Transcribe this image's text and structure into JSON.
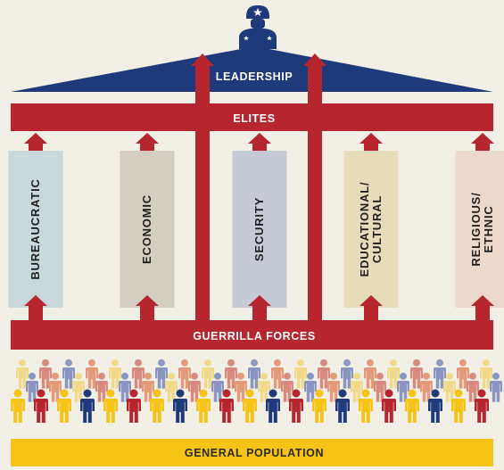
{
  "leadership": {
    "label": "LEADERSHIP"
  },
  "elites": {
    "label": "ELITES"
  },
  "pillars": [
    {
      "key": "bureaucratic",
      "lines": [
        "BUREAUCRATIC"
      ],
      "color": "#c9d8da"
    },
    {
      "key": "economic",
      "lines": [
        "ECONOMIC"
      ],
      "color": "#d3cec1"
    },
    {
      "key": "security",
      "lines": [
        "SECURITY"
      ],
      "color": "#c5cad5"
    },
    {
      "key": "educational",
      "lines": [
        "EDUCATIONAL/",
        "CULTURAL"
      ],
      "color": "#e6dcba"
    },
    {
      "key": "religious",
      "lines": [
        "RELIGIOUS/",
        "ETHNIC"
      ],
      "color": "#ecd9cc"
    }
  ],
  "guerrilla": {
    "label": "GUERRILLA FORCES"
  },
  "population": {
    "label": "GENERAL POPULATION"
  },
  "colors": {
    "navy": "#1f3a7a",
    "red": "#b7252f",
    "yellow": "#f6c417",
    "background": "#f1efe6",
    "figure_palette_front": [
      "#f6c417",
      "#b7252f",
      "#1f3a7a"
    ],
    "figure_palette_back": [
      "#f1d98a",
      "#d88a7e",
      "#8b95c2",
      "#e29a7a"
    ]
  },
  "icons": {
    "leader": "police-officer-icon",
    "crowd": "person-icon"
  }
}
